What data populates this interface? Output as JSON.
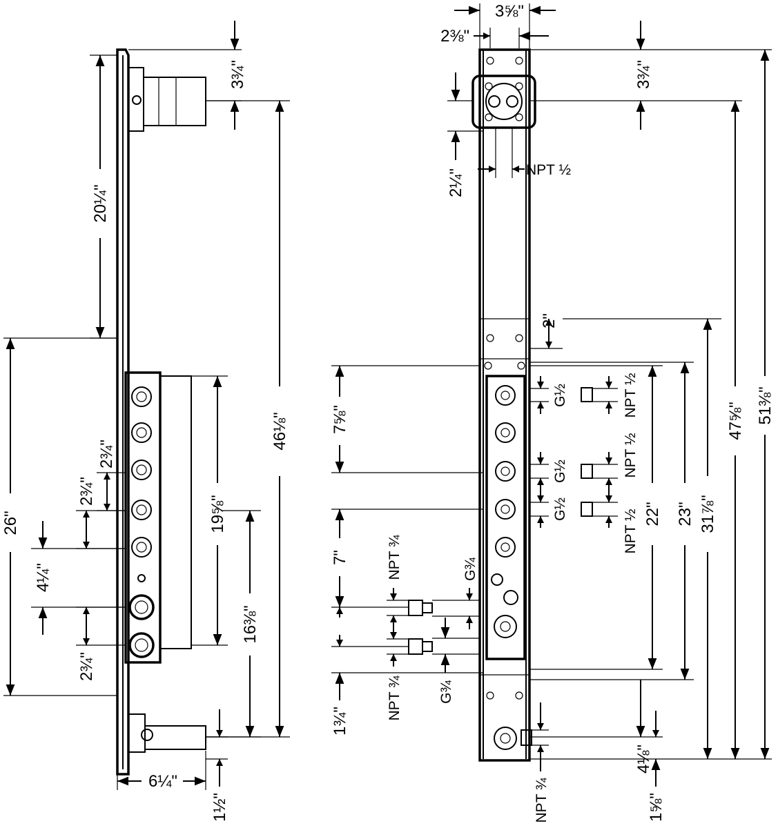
{
  "side_view": {
    "dims": {
      "top_3_3_4": "3¾\"",
      "d20_1_4": "20¼\"",
      "d46_1_8": "46⅛\"",
      "d26": "26\"",
      "d2_3_4_a": "2¾\"",
      "d2_3_4_b": "2¾\"",
      "d4_1_4": "4¼\"",
      "d2_3_4_c": "2¾\"",
      "d19_5_8": "19⅝\"",
      "d16_3_8": "16⅜\"",
      "d6_1_4": "6¼\"",
      "d1_1_2": "1½\""
    }
  },
  "front_view": {
    "dims": {
      "w3_5_8": "3⅝\"",
      "w2_3_8": "2⅜\"",
      "top_3_3_4": "3¾\"",
      "d2_1_4": "2¼\"",
      "d51_3_8": "51⅜\"",
      "d47_5_8": "47⅝\"",
      "d31_7_8": "31⅞\"",
      "d23": "23\"",
      "d22": "22\"",
      "d2": "2\"",
      "d7_5_8": "7⅝\"",
      "d7": "7\"",
      "d1_3_4": "1¾\"",
      "d4_1_8": "4⅛\"",
      "d1_5_8": "1⅝\""
    },
    "labels": {
      "npt_half_top": "NPT ½",
      "g_half_1": "G½",
      "npt_half_1": "NPT ½",
      "g_half_2": "G½",
      "npt_half_2": "NPT ½",
      "g_half_3": "G½",
      "npt_half_3": "NPT ½",
      "npt_3_4_a": "NPT ¾",
      "g_3_4_a": "G¾",
      "npt_3_4_b": "NPT ¾",
      "g_3_4_b": "G¾",
      "npt_3_4_bottom": "NPT ¾"
    }
  }
}
